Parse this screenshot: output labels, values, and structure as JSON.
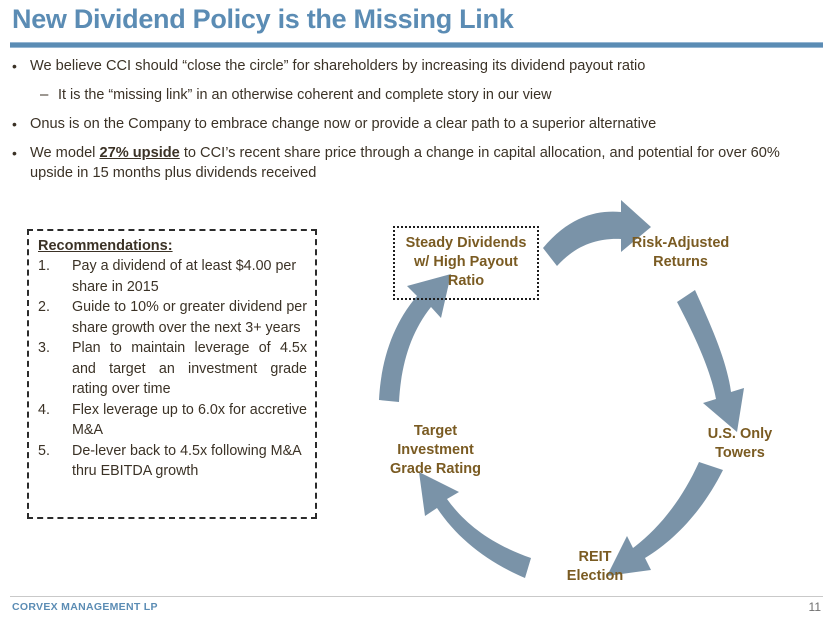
{
  "slide": {
    "title": "New Dividend Policy is the Missing Link",
    "accent_color": "#5b8cb4",
    "body_text_color": "#3b3226",
    "arrow_color": "#7a93a8",
    "node_text_color": "#7a5b22"
  },
  "bullets": [
    {
      "level": 1,
      "marker": "•",
      "pre": "We believe CCI should “close the circle” for shareholders by increasing its dividend payout ratio",
      "emphasis": "",
      "post": ""
    },
    {
      "level": 2,
      "marker": "–",
      "pre": "It is the “missing link” in an otherwise coherent and complete story in our view",
      "emphasis": "",
      "post": ""
    },
    {
      "level": 1,
      "marker": "•",
      "pre": "Onus is on the Company to embrace change now or provide a clear path to a superior alternative",
      "emphasis": "",
      "post": ""
    },
    {
      "level": 1,
      "marker": "•",
      "pre": "We model ",
      "emphasis": "27% upside",
      "post": " to CCI’s recent share price through a change in capital allocation, and potential for over 60% upside in 15 months plus dividends received"
    }
  ],
  "recommendations": {
    "heading": "Recommendations:",
    "items": [
      {
        "num": "1.",
        "text": "Pay a dividend of at least $4.00 per share in 2015"
      },
      {
        "num": "2.",
        "text": "Guide to 10% or greater dividend per share growth over the next 3+ years"
      },
      {
        "num": "3.",
        "text": "Plan to maintain leverage of 4.5x and target an investment grade rating over time"
      },
      {
        "num": "4.",
        "text": "Flex leverage up to 6.0x for accretive M&A"
      },
      {
        "num": "5.",
        "text": "De-lever back to 4.5x following M&A thru EBITDA growth"
      }
    ]
  },
  "cycle": {
    "nodes": [
      {
        "id": "steady",
        "label": "Steady Dividends\nw/ High Payout\nRatio",
        "boxed": true
      },
      {
        "id": "risk",
        "label": "Risk-Adjusted\nReturns",
        "boxed": false
      },
      {
        "id": "us",
        "label": "U.S. Only\nTowers",
        "boxed": false
      },
      {
        "id": "reit",
        "label": "REIT\nElection",
        "boxed": false
      },
      {
        "id": "target",
        "label": "Target\nInvestment\nGrade Rating",
        "boxed": false
      }
    ],
    "arrows": [
      {
        "from": "steady",
        "to": "risk"
      },
      {
        "from": "risk",
        "to": "us"
      },
      {
        "from": "us",
        "to": "reit"
      },
      {
        "from": "reit",
        "to": "target"
      },
      {
        "from": "target",
        "to": "steady"
      }
    ]
  },
  "footer": {
    "brand": "CORVEX MANAGEMENT LP",
    "page": "11"
  }
}
